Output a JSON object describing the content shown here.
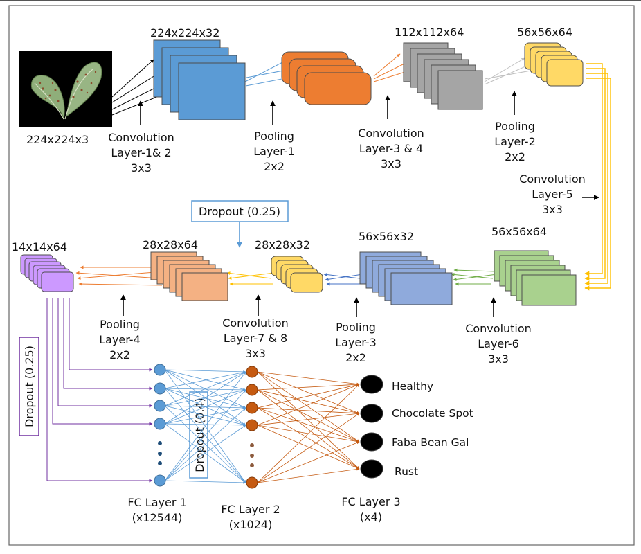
{
  "input": {
    "image_caption": "224x224x3"
  },
  "dims": {
    "conv1": "224x224x32",
    "pool1": "",
    "conv3": "112x112x64",
    "pool2": "56x56x64",
    "conv6": "56x56x64",
    "pool3": "56x56x32",
    "conv7": "28x28x32",
    "pool4": "28x28x64",
    "final": "14x14x64"
  },
  "layers": {
    "conv12": [
      "Convolution",
      "Layer-1& 2",
      "3x3"
    ],
    "pool1": [
      "Pooling",
      "Layer-1",
      "2x2"
    ],
    "conv34": [
      "Convolution",
      "Layer-3 & 4",
      "3x3"
    ],
    "pool2": [
      "Pooling",
      "Layer-2",
      "2x2"
    ],
    "conv5": [
      "Convolution",
      "Layer-5",
      "3x3"
    ],
    "pool4": [
      "Pooling",
      "Layer-4",
      "2x2"
    ],
    "conv78": [
      "Convolution",
      "Layer-7 & 8",
      "3x3"
    ],
    "pool3": [
      "Pooling",
      "Layer-3",
      "2x2"
    ],
    "conv6": [
      "Convolution",
      "Layer-6",
      "3x3"
    ]
  },
  "dropouts": {
    "mid": "Dropout (0.25)",
    "left": "Dropout (0.25)",
    "fc": "Dropout (0.4)"
  },
  "fc": {
    "fc1": [
      "FC Layer 1",
      "(x12544)"
    ],
    "fc2": [
      "FC Layer 2",
      "(x1024)"
    ],
    "fc3": [
      "FC Layer 3",
      "(x4)"
    ]
  },
  "outputs": [
    "Healthy",
    "Chocolate Spot",
    "Faba Bean Gal",
    "Rust"
  ],
  "colors": {
    "conv12": "#5b9bd5",
    "pool1": "#ed7d31",
    "conv34": "#a5a5a5",
    "pool2": "#ffd966",
    "conv6": "#a9d18e",
    "pool3": "#8faadc",
    "conv78": "#ffd966",
    "pool4": "#f4b183",
    "final": "#cc99ff",
    "fc1": "#5b9bd5",
    "fc2": "#c55a11",
    "fc3": "#000000",
    "leaf": "#8fae7a"
  }
}
